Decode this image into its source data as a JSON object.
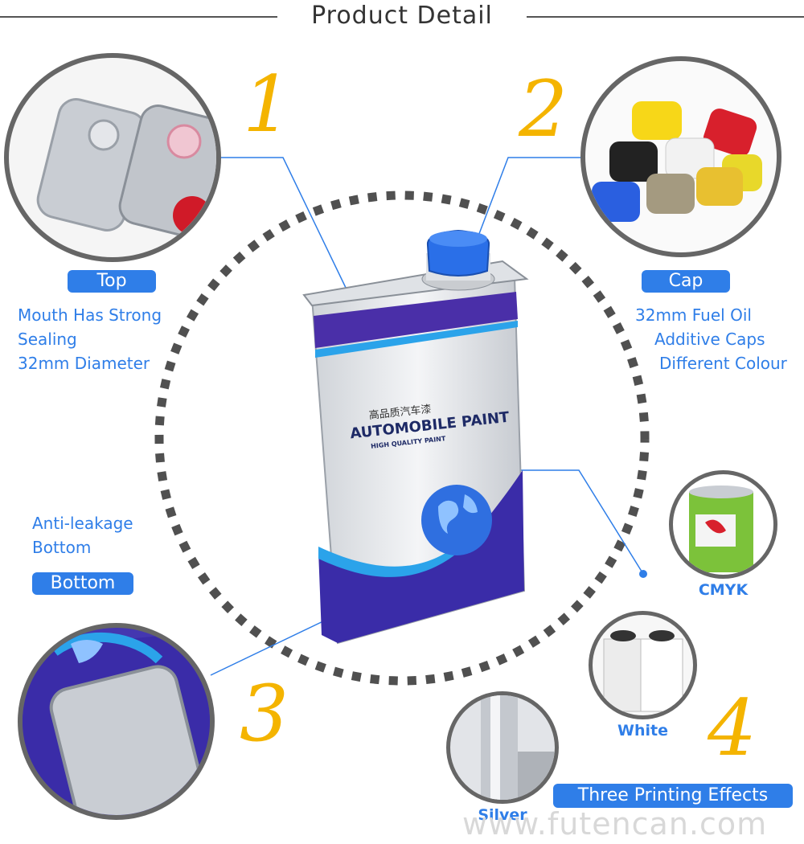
{
  "header": {
    "title": "Product Detail"
  },
  "sections": {
    "top": {
      "number": "1",
      "label": "Top",
      "lines": [
        "Mouth Has Strong",
        "Sealing",
        "32mm Diameter"
      ]
    },
    "cap": {
      "number": "2",
      "label": "Cap",
      "lines": [
        "32mm Fuel Oil",
        "Additive Caps",
        "Different Colour"
      ]
    },
    "bottom": {
      "number": "3",
      "label": "Bottom",
      "lines": [
        "Anti-leakage",
        "Bottom"
      ]
    },
    "printing": {
      "number": "4",
      "label": "Three Printing Effects",
      "effects": [
        "CMYK",
        "White",
        "Silver"
      ]
    }
  },
  "can": {
    "brand_cn": "高品质汽车漆",
    "brand_en": "AUTOMOBILE PAINT",
    "tagline": "HIGH QUALITY PAINT"
  },
  "watermark": "www.futencan.com",
  "colors": {
    "accent": "#2f7ee8",
    "number": "#f4b400",
    "ring": "#555555"
  }
}
